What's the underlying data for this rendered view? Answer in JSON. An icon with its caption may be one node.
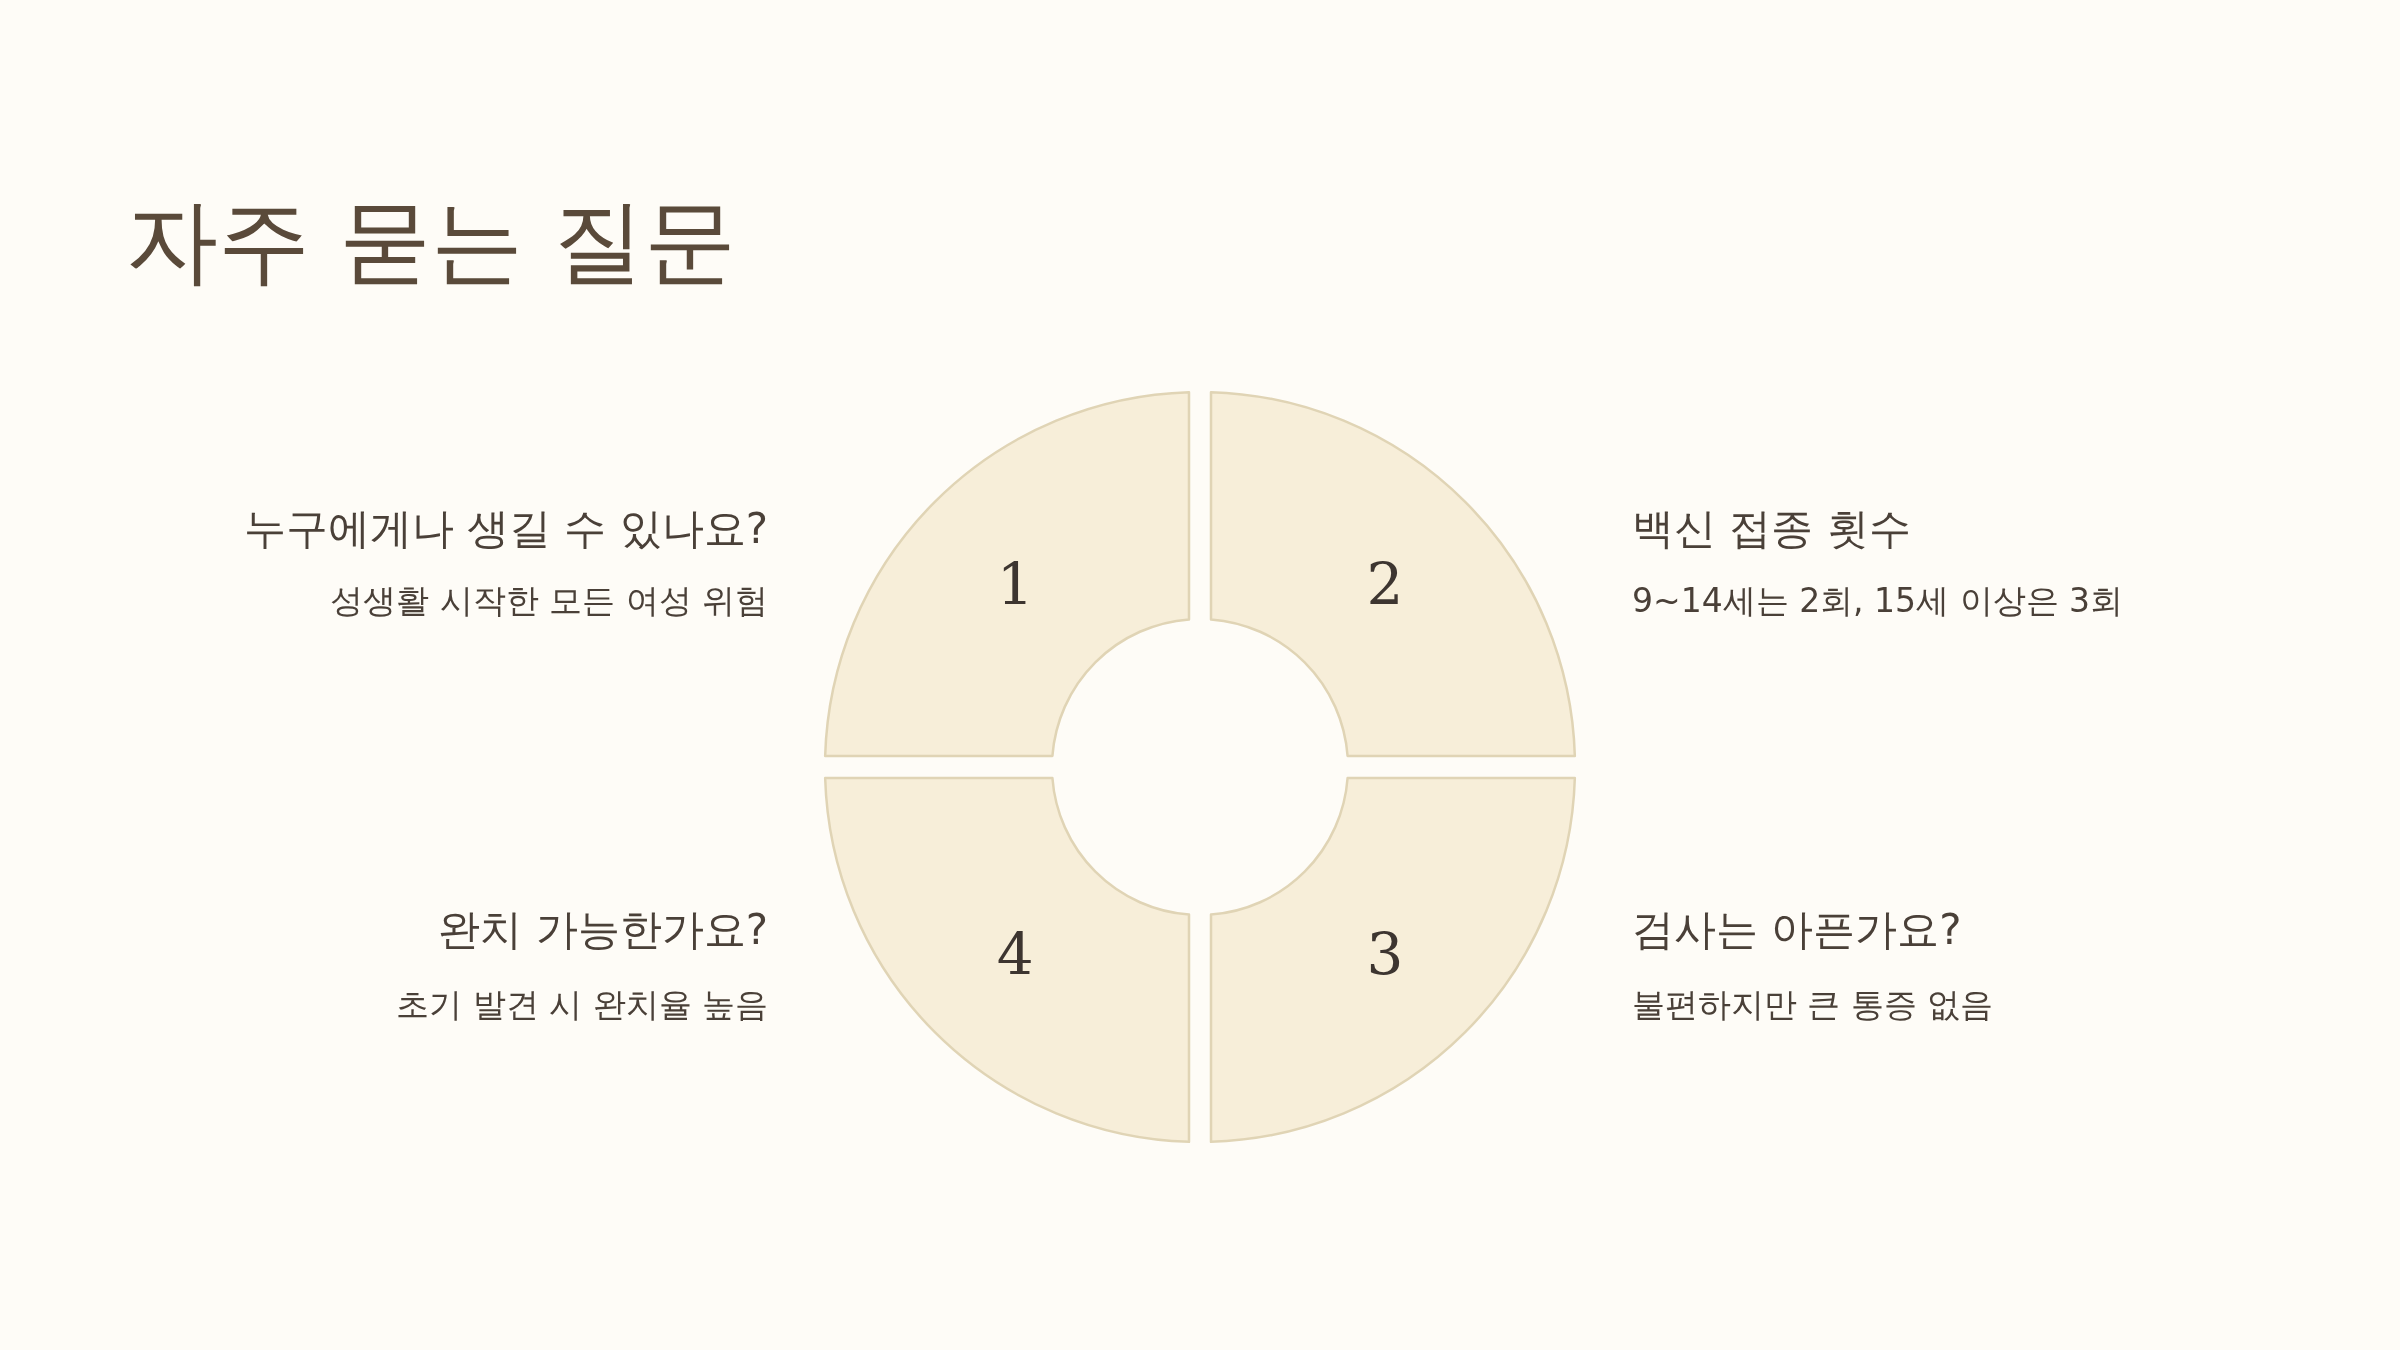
{
  "diagram": {
    "title": "자주 묻는 질문",
    "nodes": [
      {
        "text": [
          "1"
        ],
        "beside": [
          "누구에게나 생길 수 있나요?",
          "성생활 시작한 모든 여성 위험"
        ]
      },
      {
        "text": [
          "2"
        ],
        "beside": [
          "백신 접종 횟수",
          "9~14세는 2회, 15세 이상은 3회"
        ]
      },
      {
        "text": [
          "3"
        ],
        "beside": [
          "검사는 아픈가요?",
          "불편하지만 큰 통증 없음"
        ]
      },
      {
        "text": [
          "4"
        ],
        "beside": [
          "완치 가능한가요?",
          "초기 발견 시 완치율 높음"
        ]
      }
    ]
  }
}
